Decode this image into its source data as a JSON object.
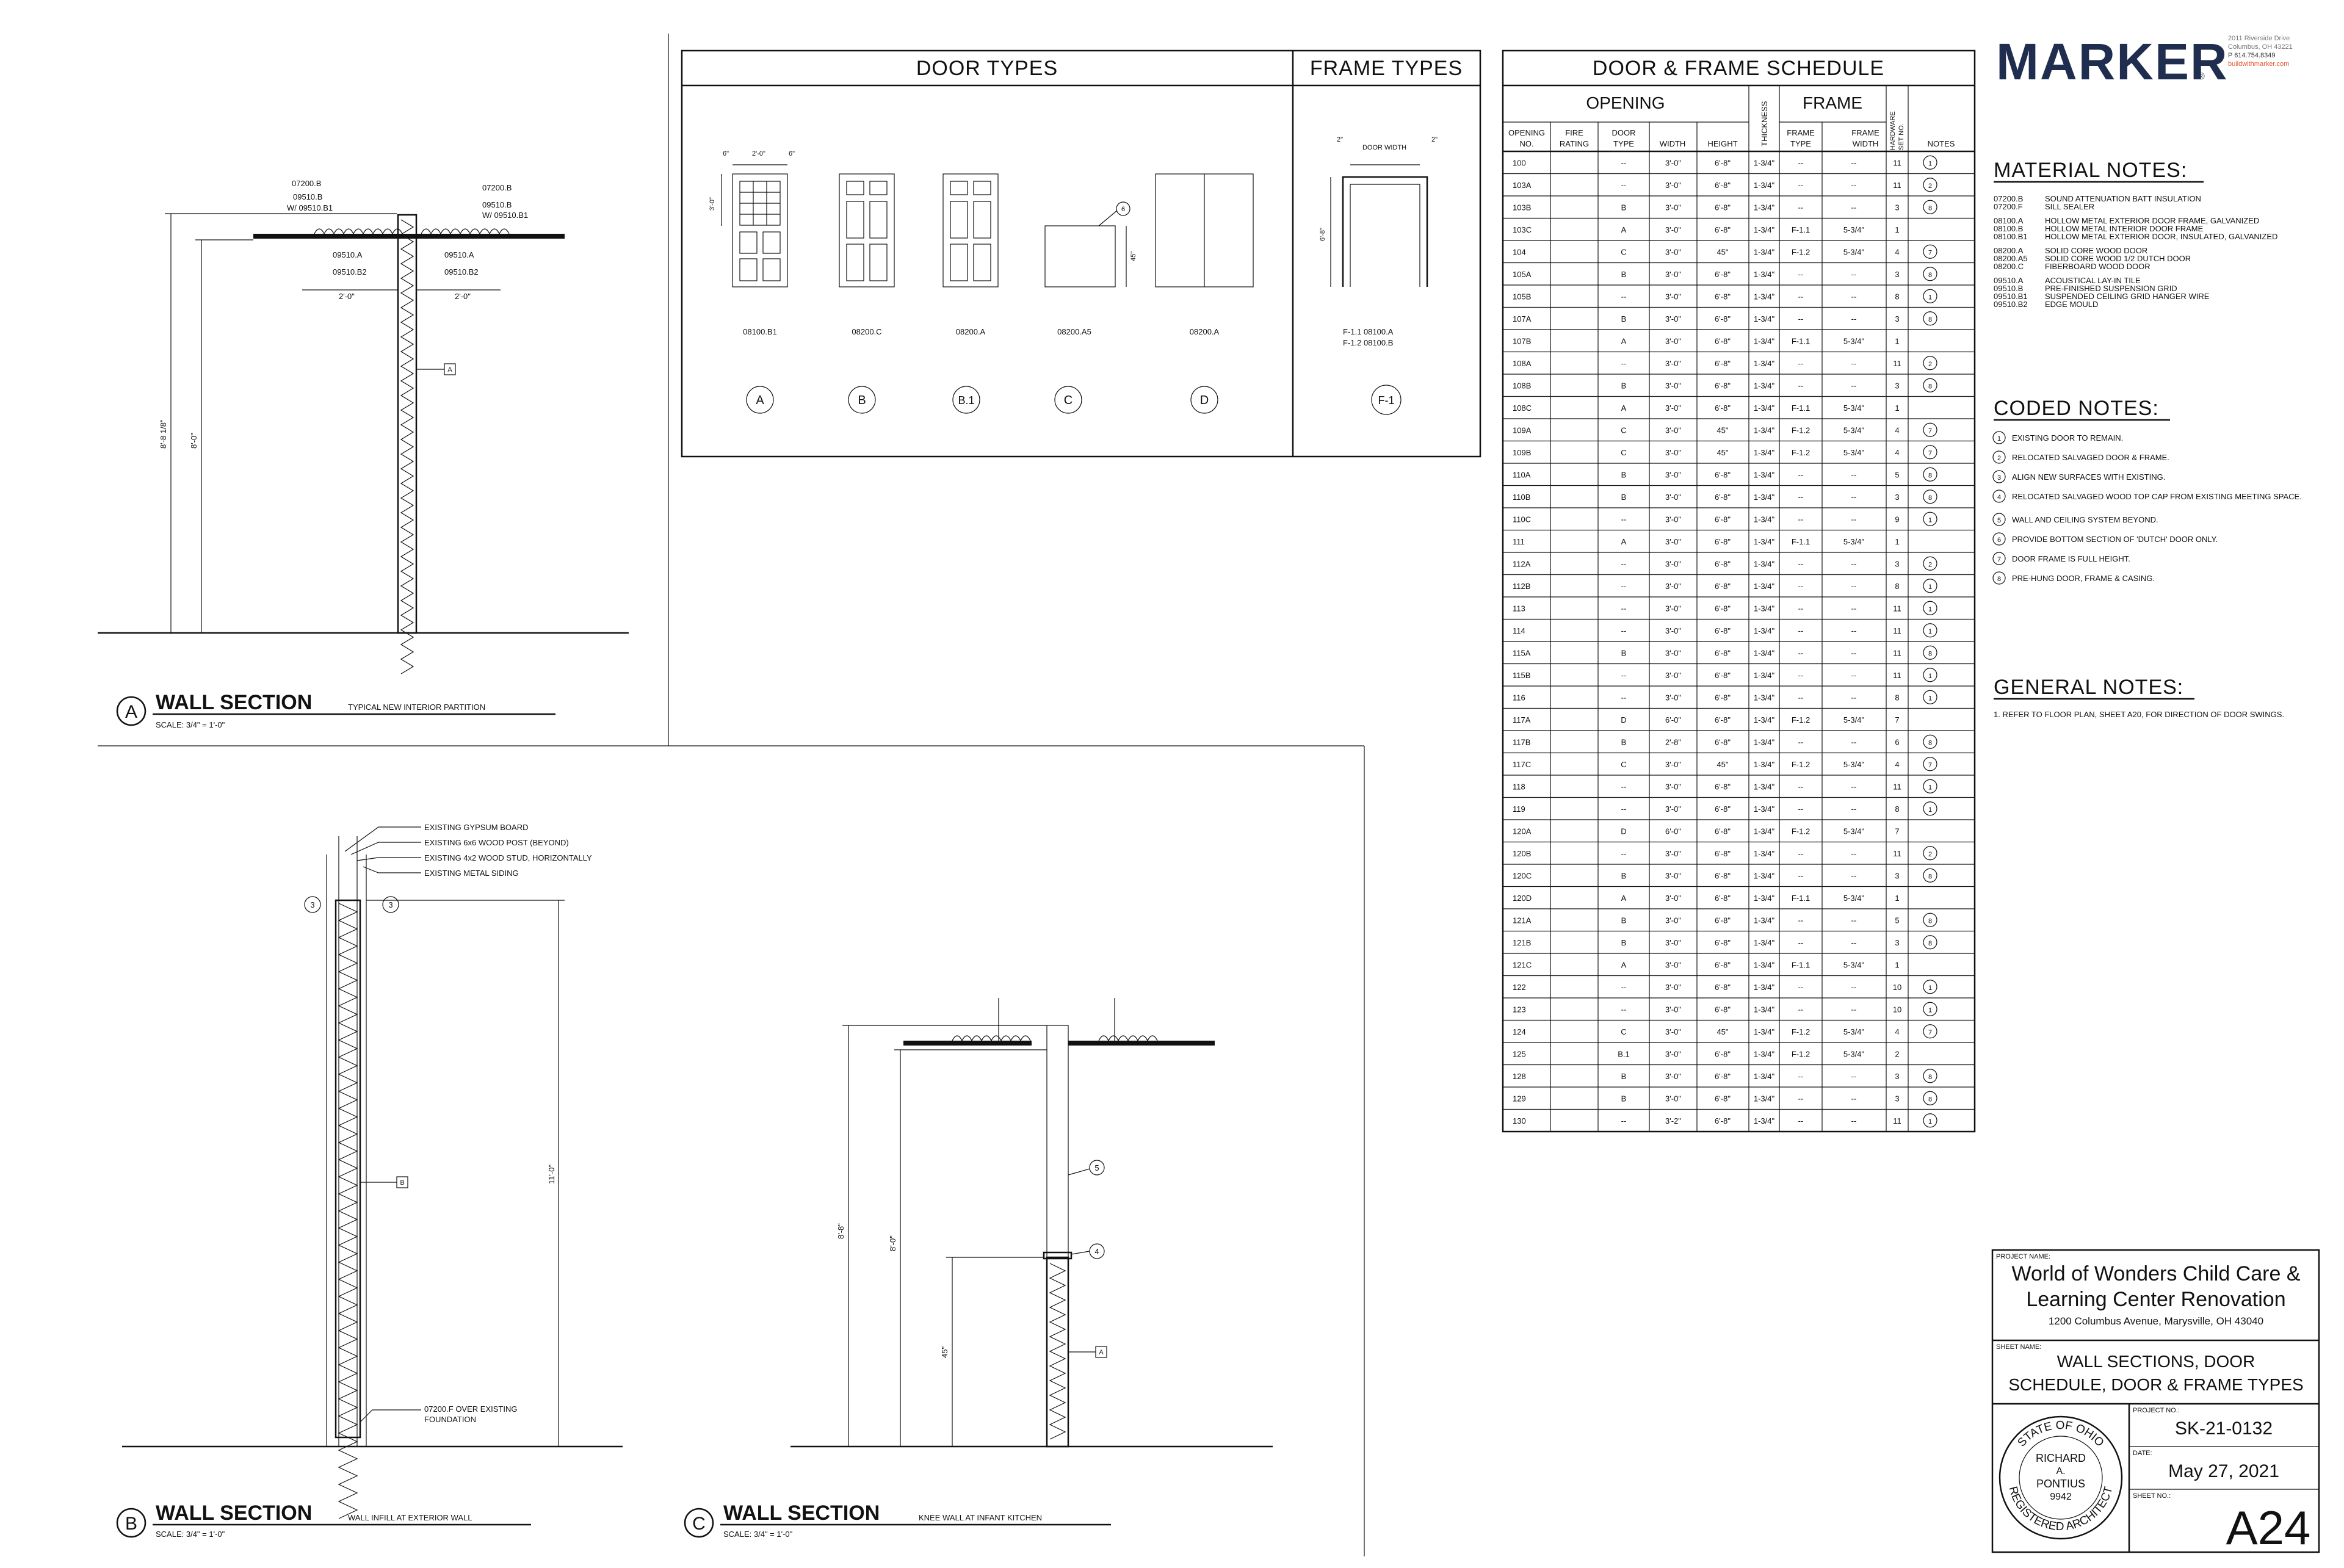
{
  "door_types": {
    "title": "DOOR TYPES",
    "dims": {
      "w": "2'-0\"",
      "s1": "6\"",
      "s2": "6\"",
      "h": "3'-0\"",
      "h45": "45\""
    },
    "types": [
      {
        "tag": "A",
        "spec": "08100.B1"
      },
      {
        "tag": "B",
        "spec": "08200.C"
      },
      {
        "tag": "B.1",
        "spec": "08200.A"
      },
      {
        "tag": "C",
        "spec": "08200.A5"
      },
      {
        "tag": "D",
        "spec": "08200.A"
      }
    ],
    "c_note": "6"
  },
  "frame_types": {
    "title": "FRAME TYPES",
    "door_width": "DOOR WIDTH",
    "dim_left": "2\"",
    "dim_right": "2\"",
    "height": "6'-8\"",
    "specs": [
      "F-1.1   08100.A",
      "F-1.2   08100.B"
    ],
    "tag": "F-1"
  },
  "schedule": {
    "title": "DOOR & FRAME SCHEDULE",
    "group_opening": "OPENING",
    "group_frame": "FRAME",
    "headers": {
      "opening_no": [
        "OPENING",
        "NO."
      ],
      "fire_rating": [
        "FIRE",
        "RATING"
      ],
      "door_type": [
        "DOOR",
        "TYPE"
      ],
      "width": "WIDTH",
      "height": "HEIGHT",
      "thickness": "THICKNESS",
      "frame_type": [
        "FRAME",
        "TYPE"
      ],
      "frame_width": [
        "FRAME",
        "WIDTH"
      ],
      "hardware": [
        "HARDWARE",
        "SET NO."
      ],
      "notes": "NOTES"
    },
    "rows": [
      [
        "100",
        "",
        "--",
        "3'-0\"",
        "6'-8\"",
        "1-3/4\"",
        "--",
        "--",
        "11",
        "1"
      ],
      [
        "103A",
        "",
        "--",
        "3'-0\"",
        "6'-8\"",
        "1-3/4\"",
        "--",
        "--",
        "11",
        "2"
      ],
      [
        "103B",
        "",
        "B",
        "3'-0\"",
        "6'-8\"",
        "1-3/4\"",
        "--",
        "--",
        "3",
        "8"
      ],
      [
        "103C",
        "",
        "A",
        "3'-0\"",
        "6'-8\"",
        "1-3/4\"",
        "F-1.1",
        "5-3/4\"",
        "1",
        ""
      ],
      [
        "104",
        "",
        "C",
        "3'-0\"",
        "45\"",
        "1-3/4\"",
        "F-1.2",
        "5-3/4\"",
        "4",
        "7"
      ],
      [
        "105A",
        "",
        "B",
        "3'-0\"",
        "6'-8\"",
        "1-3/4\"",
        "--",
        "--",
        "3",
        "8"
      ],
      [
        "105B",
        "",
        "--",
        "3'-0\"",
        "6'-8\"",
        "1-3/4\"",
        "--",
        "--",
        "8",
        "1"
      ],
      [
        "107A",
        "",
        "B",
        "3'-0\"",
        "6'-8\"",
        "1-3/4\"",
        "--",
        "--",
        "3",
        "8"
      ],
      [
        "107B",
        "",
        "A",
        "3'-0\"",
        "6'-8\"",
        "1-3/4\"",
        "F-1.1",
        "5-3/4\"",
        "1",
        ""
      ],
      [
        "108A",
        "",
        "--",
        "3'-0\"",
        "6'-8\"",
        "1-3/4\"",
        "--",
        "--",
        "11",
        "2"
      ],
      [
        "108B",
        "",
        "B",
        "3'-0\"",
        "6'-8\"",
        "1-3/4\"",
        "--",
        "--",
        "3",
        "8"
      ],
      [
        "108C",
        "",
        "A",
        "3'-0\"",
        "6'-8\"",
        "1-3/4\"",
        "F-1.1",
        "5-3/4\"",
        "1",
        ""
      ],
      [
        "109A",
        "",
        "C",
        "3'-0\"",
        "45\"",
        "1-3/4\"",
        "F-1.2",
        "5-3/4\"",
        "4",
        "7"
      ],
      [
        "109B",
        "",
        "C",
        "3'-0\"",
        "45\"",
        "1-3/4\"",
        "F-1.2",
        "5-3/4\"",
        "4",
        "7"
      ],
      [
        "110A",
        "",
        "B",
        "3'-0\"",
        "6'-8\"",
        "1-3/4\"",
        "--",
        "--",
        "5",
        "8"
      ],
      [
        "110B",
        "",
        "B",
        "3'-0\"",
        "6'-8\"",
        "1-3/4\"",
        "--",
        "--",
        "3",
        "8"
      ],
      [
        "110C",
        "",
        "--",
        "3'-0\"",
        "6'-8\"",
        "1-3/4\"",
        "--",
        "--",
        "9",
        "1"
      ],
      [
        "111",
        "",
        "A",
        "3'-0\"",
        "6'-8\"",
        "1-3/4\"",
        "F-1.1",
        "5-3/4\"",
        "1",
        ""
      ],
      [
        "112A",
        "",
        "--",
        "3'-0\"",
        "6'-8\"",
        "1-3/4\"",
        "--",
        "--",
        "3",
        "2"
      ],
      [
        "112B",
        "",
        "--",
        "3'-0\"",
        "6'-8\"",
        "1-3/4\"",
        "--",
        "--",
        "8",
        "1"
      ],
      [
        "113",
        "",
        "--",
        "3'-0\"",
        "6'-8\"",
        "1-3/4\"",
        "--",
        "--",
        "11",
        "1"
      ],
      [
        "114",
        "",
        "--",
        "3'-0\"",
        "6'-8\"",
        "1-3/4\"",
        "--",
        "--",
        "11",
        "1"
      ],
      [
        "115A",
        "",
        "B",
        "3'-0\"",
        "6'-8\"",
        "1-3/4\"",
        "--",
        "--",
        "11",
        "8"
      ],
      [
        "115B",
        "",
        "--",
        "3'-0\"",
        "6'-8\"",
        "1-3/4\"",
        "--",
        "--",
        "11",
        "1"
      ],
      [
        "116",
        "",
        "--",
        "3'-0\"",
        "6'-8\"",
        "1-3/4\"",
        "--",
        "--",
        "8",
        "1"
      ],
      [
        "117A",
        "",
        "D",
        "6'-0\"",
        "6'-8\"",
        "1-3/4\"",
        "F-1.2",
        "5-3/4\"",
        "7",
        ""
      ],
      [
        "117B",
        "",
        "B",
        "2'-8\"",
        "6'-8\"",
        "1-3/4\"",
        "--",
        "--",
        "6",
        "8"
      ],
      [
        "117C",
        "",
        "C",
        "3'-0\"",
        "45\"",
        "1-3/4\"",
        "F-1.2",
        "5-3/4\"",
        "4",
        "7"
      ],
      [
        "118",
        "",
        "--",
        "3'-0\"",
        "6'-8\"",
        "1-3/4\"",
        "--",
        "--",
        "11",
        "1"
      ],
      [
        "119",
        "",
        "--",
        "3'-0\"",
        "6'-8\"",
        "1-3/4\"",
        "--",
        "--",
        "8",
        "1"
      ],
      [
        "120A",
        "",
        "D",
        "6'-0\"",
        "6'-8\"",
        "1-3/4\"",
        "F-1.2",
        "5-3/4\"",
        "7",
        ""
      ],
      [
        "120B",
        "",
        "--",
        "3'-0\"",
        "6'-8\"",
        "1-3/4\"",
        "--",
        "--",
        "11",
        "2"
      ],
      [
        "120C",
        "",
        "B",
        "3'-0\"",
        "6'-8\"",
        "1-3/4\"",
        "--",
        "--",
        "3",
        "8"
      ],
      [
        "120D",
        "",
        "A",
        "3'-0\"",
        "6'-8\"",
        "1-3/4\"",
        "F-1.1",
        "5-3/4\"",
        "1",
        ""
      ],
      [
        "121A",
        "",
        "B",
        "3'-0\"",
        "6'-8\"",
        "1-3/4\"",
        "--",
        "--",
        "5",
        "8"
      ],
      [
        "121B",
        "",
        "B",
        "3'-0\"",
        "6'-8\"",
        "1-3/4\"",
        "--",
        "--",
        "3",
        "8"
      ],
      [
        "121C",
        "",
        "A",
        "3'-0\"",
        "6'-8\"",
        "1-3/4\"",
        "F-1.1",
        "5-3/4\"",
        "1",
        ""
      ],
      [
        "122",
        "",
        "--",
        "3'-0\"",
        "6'-8\"",
        "1-3/4\"",
        "--",
        "--",
        "10",
        "1"
      ],
      [
        "123",
        "",
        "--",
        "3'-0\"",
        "6'-8\"",
        "1-3/4\"",
        "--",
        "--",
        "10",
        "1"
      ],
      [
        "124",
        "",
        "C",
        "3'-0\"",
        "45\"",
        "1-3/4\"",
        "F-1.2",
        "5-3/4\"",
        "4",
        "7"
      ],
      [
        "125",
        "",
        "B.1",
        "3'-0\"",
        "6'-8\"",
        "1-3/4\"",
        "F-1.2",
        "5-3/4\"",
        "2",
        ""
      ],
      [
        "128",
        "",
        "B",
        "3'-0\"",
        "6'-8\"",
        "1-3/4\"",
        "--",
        "--",
        "3",
        "8"
      ],
      [
        "129",
        "",
        "B",
        "3'-0\"",
        "6'-8\"",
        "1-3/4\"",
        "--",
        "--",
        "3",
        "8"
      ],
      [
        "130",
        "",
        "--",
        "3'-2\"",
        "6'-8\"",
        "1-3/4\"",
        "--",
        "--",
        "11",
        "1"
      ]
    ]
  },
  "brand": {
    "name": "MARKER",
    "mark": "®",
    "address": [
      "2011 Riverside Drive",
      "Columbus, OH 43221"
    ],
    "phone": "P 614.754.8349",
    "web": "buildwithmarker.com",
    "accent": "#e4572e",
    "navy": "#1f2d4e"
  },
  "material_notes": {
    "title": "MATERIAL NOTES:",
    "items": [
      [
        "07200.B",
        "SOUND ATTENUATION BATT INSULATION"
      ],
      [
        "07200.F",
        "SILL SEALER"
      ],
      [
        "08100.A",
        "HOLLOW METAL EXTERIOR DOOR FRAME, GALVANIZED"
      ],
      [
        "08100.B",
        "HOLLOW METAL INTERIOR DOOR FRAME"
      ],
      [
        "08100.B1",
        "HOLLOW METAL EXTERIOR DOOR, INSULATED, GALVANIZED"
      ],
      [
        "08200.A",
        "SOLID CORE WOOD DOOR"
      ],
      [
        "08200.A5",
        "SOLID CORE WOOD 1/2 DUTCH DOOR"
      ],
      [
        "08200.C",
        "FIBERBOARD WOOD DOOR"
      ],
      [
        "09510.A",
        "ACOUSTICAL LAY-IN TILE"
      ],
      [
        "09510.B",
        "PRE-FINISHED SUSPENSION GRID"
      ],
      [
        "09510.B1",
        "SUSPENDED CEILING GRID HANGER WIRE"
      ],
      [
        "09510.B2",
        "EDGE MOULD"
      ]
    ]
  },
  "coded_notes": {
    "title": "CODED NOTES:",
    "items": [
      [
        "1",
        "EXISTING DOOR TO REMAIN."
      ],
      [
        "2",
        "RELOCATED SALVAGED DOOR & FRAME."
      ],
      [
        "3",
        "ALIGN NEW SURFACES WITH EXISTING."
      ],
      [
        "4",
        "RELOCATED SALVAGED WOOD TOP CAP FROM EXISTING MEETING SPACE."
      ],
      [
        "5",
        "WALL AND CEILING SYSTEM BEYOND."
      ],
      [
        "6",
        "PROVIDE BOTTOM SECTION OF 'DUTCH' DOOR ONLY."
      ],
      [
        "7",
        "DOOR FRAME IS FULL HEIGHT."
      ],
      [
        "8",
        "PRE-HUNG DOOR, FRAME & CASING."
      ]
    ]
  },
  "general_notes": {
    "title": "GENERAL NOTES:",
    "items": [
      "1.   REFER TO FLOOR PLAN, SHEET A20, FOR DIRECTION OF DOOR SWINGS."
    ]
  },
  "section_a": {
    "tag": "A",
    "title": "WALL SECTION",
    "subtitle": "TYPICAL NEW INTERIOR PARTITION",
    "scale": "SCALE: 3/4\" = 1'-0\"",
    "labels": {
      "l1": "07200.B",
      "l2": "09510.B",
      "l3": "W/ 09510.B1",
      "r1": "07200.B",
      "r2": "09510.B",
      "r3": "W/ 09510.B1",
      "l4": "09510.A",
      "l5": "09510.B2",
      "r4": "09510.A",
      "r5": "09510.B2",
      "dim_l": "2'-0\"",
      "dim_r": "2'-0\"",
      "h1": "8'-8 1/8\"",
      "h2": "8'-0\"",
      "ref": "A"
    }
  },
  "section_b": {
    "tag": "B",
    "title": "WALL SECTION",
    "subtitle": "WALL INFILL AT EXTERIOR WALL",
    "scale": "SCALE: 3/4\" = 1'-0\"",
    "callouts": [
      "EXISTING GYPSUM BOARD",
      "EXISTING 6x6 WOOD POST (BEYOND)",
      "EXISTING 4x2 WOOD STUD, HORIZONTALLY",
      "EXISTING METAL SIDING"
    ],
    "note3": "3",
    "height": "11'-0\"",
    "ref": "B",
    "foundation": [
      "07200.F OVER EXISTING",
      "FOUNDATION"
    ]
  },
  "section_c": {
    "tag": "C",
    "title": "WALL SECTION",
    "subtitle": "KNEE WALL AT INFANT KITCHEN",
    "scale": "SCALE: 3/4\" = 1'-0\"",
    "note5": "5",
    "note4": "4",
    "h1": "8'-8\"",
    "h2": "8'-0\"",
    "h3": "45\"",
    "ref": "A"
  },
  "title_block": {
    "project_name_label": "PROJECT NAME:",
    "project_name": [
      "World of Wonders Child Care &",
      "Learning Center Renovation"
    ],
    "address": "1200 Columbus Avenue, Marysville, OH 43040",
    "sheet_name_label": "SHEET NAME:",
    "sheet_name": [
      "WALL SECTIONS, DOOR",
      "SCHEDULE, DOOR & FRAME TYPES"
    ],
    "project_no_label": "PROJECT NO.:",
    "project_no": "SK-21-0132",
    "date_label": "DATE:",
    "date": "May 27, 2021",
    "sheet_no_label": "SHEET NO.:",
    "sheet_no": "A24",
    "seal": {
      "top": "STATE OF OHIO",
      "bottom": "REGISTERED ARCHITECT",
      "name1": "RICHARD",
      "name2": "A.",
      "name3": "PONTIUS",
      "number": "9942"
    }
  }
}
